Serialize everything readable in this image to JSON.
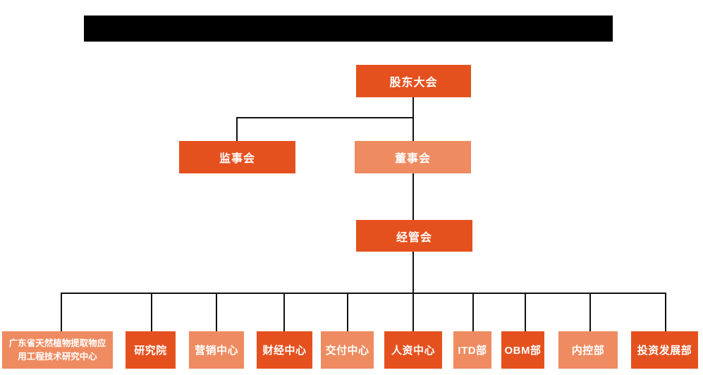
{
  "colors": {
    "primary": "#E5511E",
    "secondary": "#EF8B60",
    "line": "#111111",
    "node_text": "#FFFFFF",
    "redacted_bar": "#000000"
  },
  "nodes": {
    "shareholders": {
      "label": "股东大会",
      "variant": "primary"
    },
    "supervisory": {
      "label": "监事会",
      "variant": "primary"
    },
    "board": {
      "label": "董事会",
      "variant": "secondary"
    },
    "management": {
      "label": "经管会",
      "variant": "primary"
    },
    "departments": [
      {
        "label": "广东省天然植物提取物应用工程技术研究中心",
        "variant": "secondary"
      },
      {
        "label": "研究院",
        "variant": "primary"
      },
      {
        "label": "营销中心",
        "variant": "secondary"
      },
      {
        "label": "财经中心",
        "variant": "primary"
      },
      {
        "label": "交付中心",
        "variant": "secondary"
      },
      {
        "label": "人资中心",
        "variant": "primary"
      },
      {
        "label": "ITD部",
        "variant": "secondary"
      },
      {
        "label": "OBM部",
        "variant": "primary"
      },
      {
        "label": "内控部",
        "variant": "secondary"
      },
      {
        "label": "投资发展部",
        "variant": "primary"
      }
    ]
  }
}
